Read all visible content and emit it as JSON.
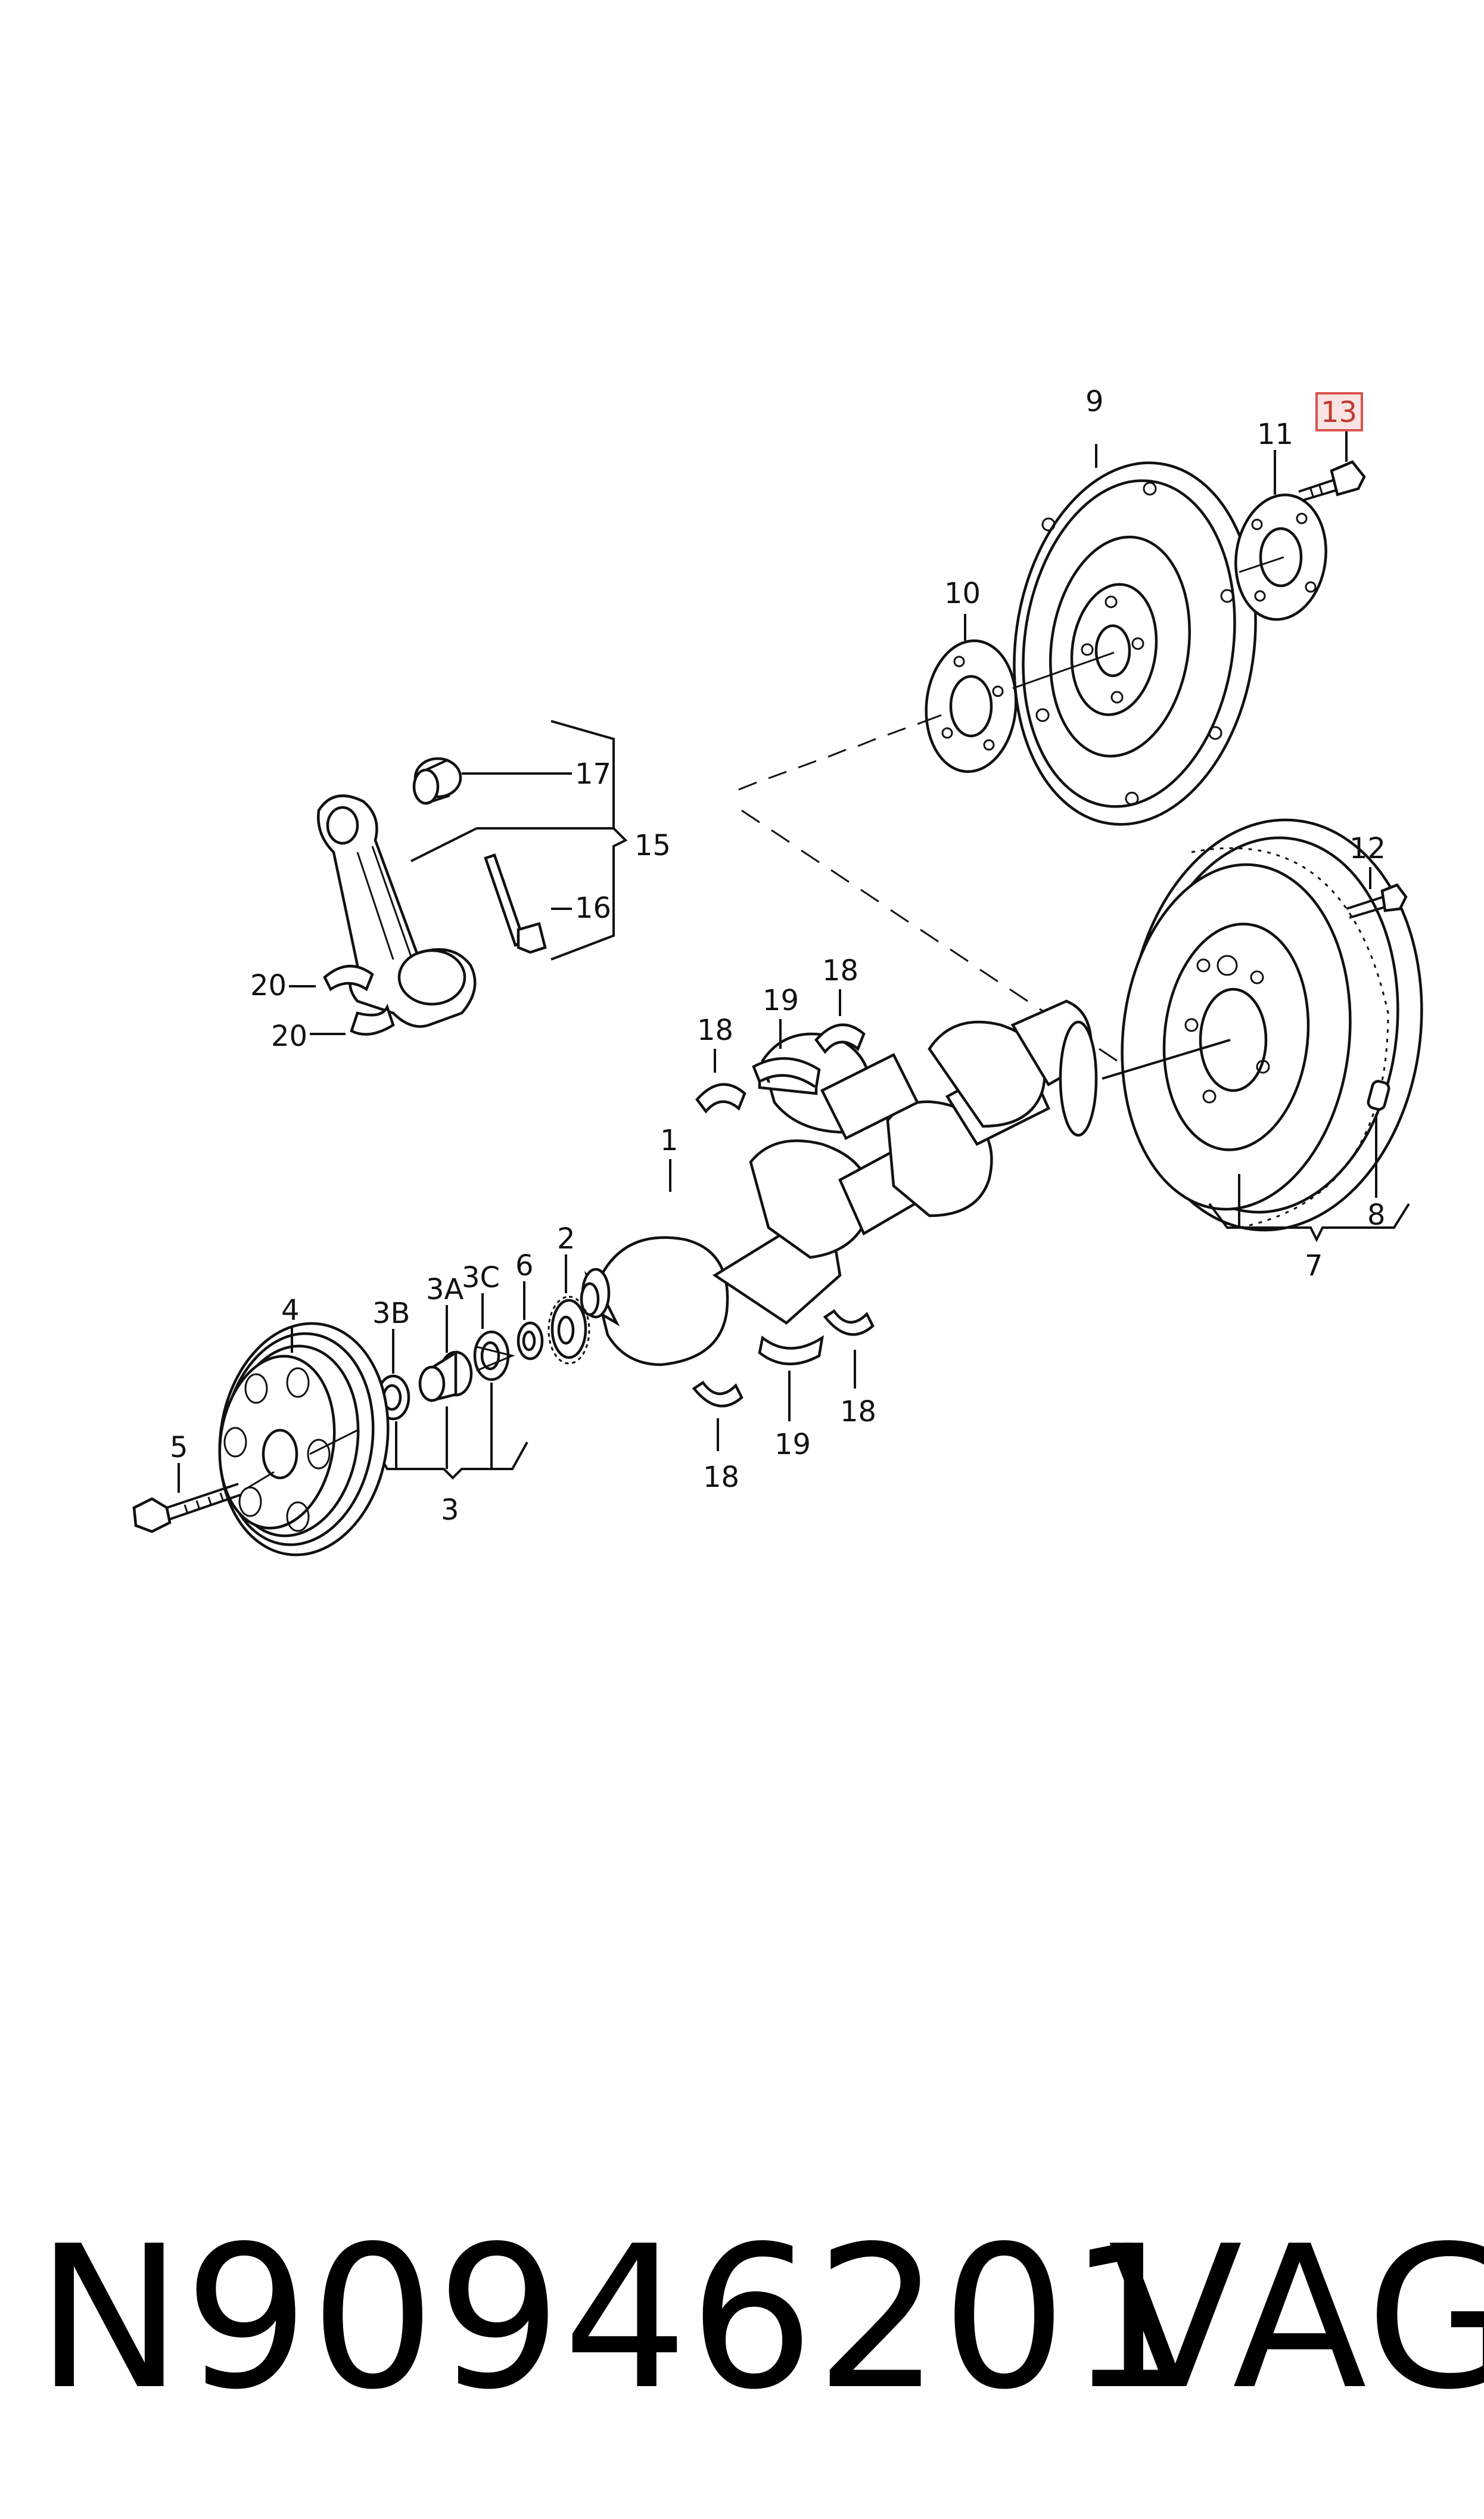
{
  "diagram": {
    "callouts": {
      "c1": "1",
      "c2": "2",
      "c3": "3",
      "c3a": "3A",
      "c3b": "3B",
      "c3c": "3C",
      "c4": "4",
      "c5": "5",
      "c6": "6",
      "c7": "7",
      "c8": "8",
      "c9": "9",
      "c10": "10",
      "c11": "11",
      "c12": "12",
      "c13": "13",
      "c15": "15",
      "c16": "16",
      "c17": "17",
      "c18a": "18",
      "c18b": "18",
      "c18c": "18",
      "c18d": "18",
      "c19a": "19",
      "c19b": "19",
      "c20a": "20",
      "c20b": "20"
    },
    "highlighted_callout": "13",
    "highlight_color": "#d9534f",
    "highlight_fill": "#fbe3e4"
  },
  "footer": {
    "part_number": "N90946201",
    "brand": "VAG"
  }
}
